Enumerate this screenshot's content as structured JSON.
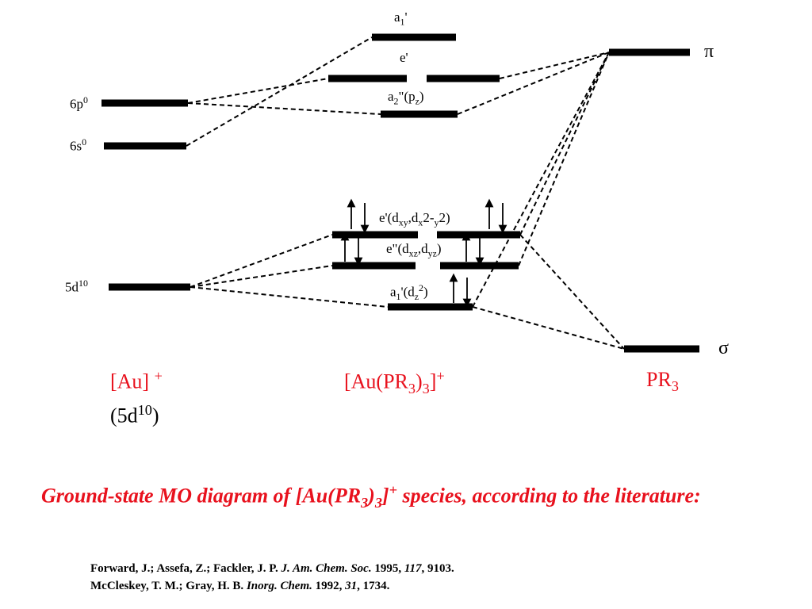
{
  "atomic_levels": {
    "6p": {
      "name": "6p",
      "occ": "0"
    },
    "6s": {
      "name": "6s",
      "occ": "0"
    },
    "5d": {
      "name": "5d",
      "occ": "10"
    }
  },
  "mo_levels": {
    "a1p_top": {
      "main": "a",
      "sub1": "1",
      "tail": "'"
    },
    "ep": {
      "text": "e'"
    },
    "a2pp": {
      "main": "a",
      "sub1": "2",
      "mid": "\"(p",
      "sub2": "z",
      "tail": ")"
    },
    "ep_d": {
      "pre": "e'(d",
      "sub1": "xy",
      "mid1": ",d",
      "sub2": "x",
      "mid2": "2-",
      "sub3": "y",
      "tail": "2)"
    },
    "epp_d": {
      "pre": "e\"(d",
      "sub1": "xz",
      "mid": ",d",
      "sub2": "yz",
      "tail": ")"
    },
    "a1p_dz2": {
      "main": "a",
      "sub1": "1",
      "mid": "'(d",
      "sub2": "z",
      "sup": "2",
      "tail": ")"
    }
  },
  "ligand_levels": {
    "pi": "π",
    "sigma": "σ"
  },
  "columns": {
    "au": {
      "main": "[Au] ",
      "sup": "+",
      "config_pre": "(5d",
      "config_sup": "10",
      "config_post": ")"
    },
    "complex": {
      "pre": "[Au(PR",
      "sub1": "3",
      "mid": ")",
      "sub2": "3",
      "mid2": "]",
      "sup": "+"
    },
    "ligand": {
      "pre": "PR",
      "sub": "3"
    }
  },
  "caption": {
    "pre": "Ground-state MO diagram of [Au(PR",
    "sub1": "3",
    "mid": ")",
    "sub2": "3",
    "mid2": "]",
    "sup": "+",
    "post": " species, according to the literature:"
  },
  "references": [
    {
      "authors": "Forward, J.; Assefa, Z.; Fackler, J. P. ",
      "journal": "J. Am. Chem. Soc.",
      "year": " 1995, ",
      "volume": "117",
      "pages": ", 9103."
    },
    {
      "authors": "McCleskey, T. M.; Gray, H. B. ",
      "journal": "Inorg. Chem.",
      "year": " 1992, ",
      "volume": "31",
      "pages": ", 1734."
    }
  ]
}
